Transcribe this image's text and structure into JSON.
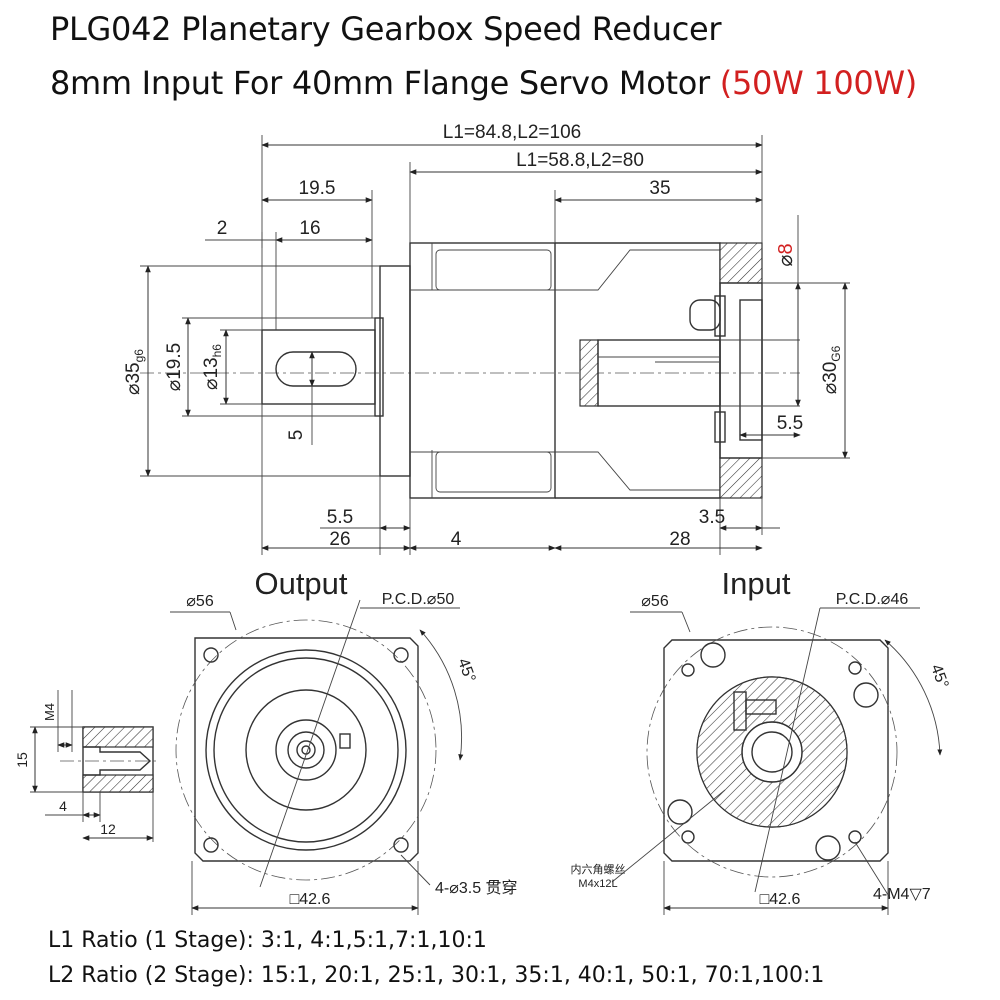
{
  "header": {
    "line1": "PLG042 Planetary Gearbox Speed Reducer",
    "line2": "8mm Input For 40mm Flange Servo Motor",
    "line2_highlight": "(50W 100W)",
    "highlight_color": "#d22020"
  },
  "side_view": {
    "overall_length": "L1=84.8,L2=106",
    "body_length": "L1=58.8,L2=80",
    "input_length": "35",
    "shaft_length": "19.5",
    "key_length": "16",
    "key_offset": "2",
    "pilot_dia_prefix": "⌀35",
    "pilot_dia_fit": "g6",
    "shaft_collar_dia": "⌀19.5",
    "shaft_dia_prefix": "⌀13",
    "shaft_dia_fit": "h6",
    "key_width": "5",
    "input_bore_prefix": "⌀",
    "input_bore_value": "8",
    "input_pilot_prefix": "⌀30",
    "input_pilot_fit": "G6",
    "input_pilot_depth": "5.5",
    "pilot_depth": "5.5",
    "shaft_total": "26",
    "flange_thickness": "4",
    "input_flange_depth": "3.5",
    "input_section": "28"
  },
  "output_view": {
    "title": "Output",
    "outer_dia": "⌀56",
    "pcd": "P.C.D.⌀50",
    "angle": "45°",
    "square": "□42.6",
    "holes": "4-⌀3.5 贯穿"
  },
  "input_view": {
    "title": "Input",
    "outer_dia": "⌀56",
    "pcd": "P.C.D.⌀46",
    "angle": "45°",
    "square": "□42.6",
    "holes": "4-M4▽7",
    "screw_note_cn": "内六角螺丝",
    "screw_note_size": "M4x12L"
  },
  "detail_view": {
    "thread": "M4",
    "depth": "15",
    "offset": "4",
    "length": "12"
  },
  "ratios": {
    "l1": "L1 Ratio (1 Stage): 3:1, 4:1,5:1,7:1,10:1",
    "l2": "L2 Ratio (2 Stage): 15:1, 20:1, 25:1, 30:1, 35:1, 40:1, 50:1, 70:1,100:1"
  }
}
